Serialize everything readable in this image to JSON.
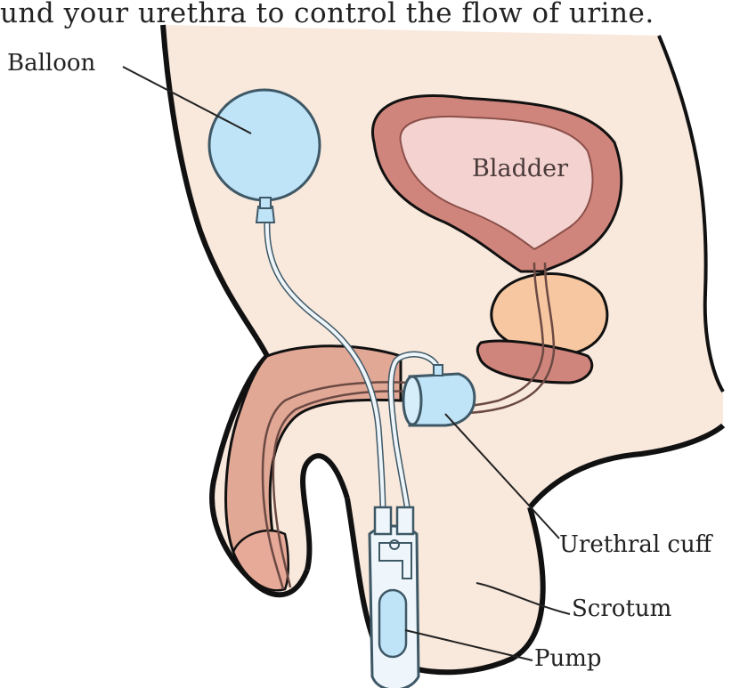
{
  "caption_fragment": "und your urethra to control the flow of urine.",
  "labels": {
    "balloon": "Balloon",
    "bladder": "Bladder",
    "urethral_cuff": "Urethral cuff",
    "scrotum": "Scrotum",
    "pump": "Pump"
  },
  "colors": {
    "skin_fill": "#f9e8dc",
    "skin_outline": "#111111",
    "bladder_wall": "#d0857c",
    "bladder_lumen": "#f3d2cf",
    "prostate": "#f6c7a0",
    "penis_shaft": "#e2a896",
    "device_blue": "#bfe3f7",
    "device_outline": "#3e5866"
  }
}
